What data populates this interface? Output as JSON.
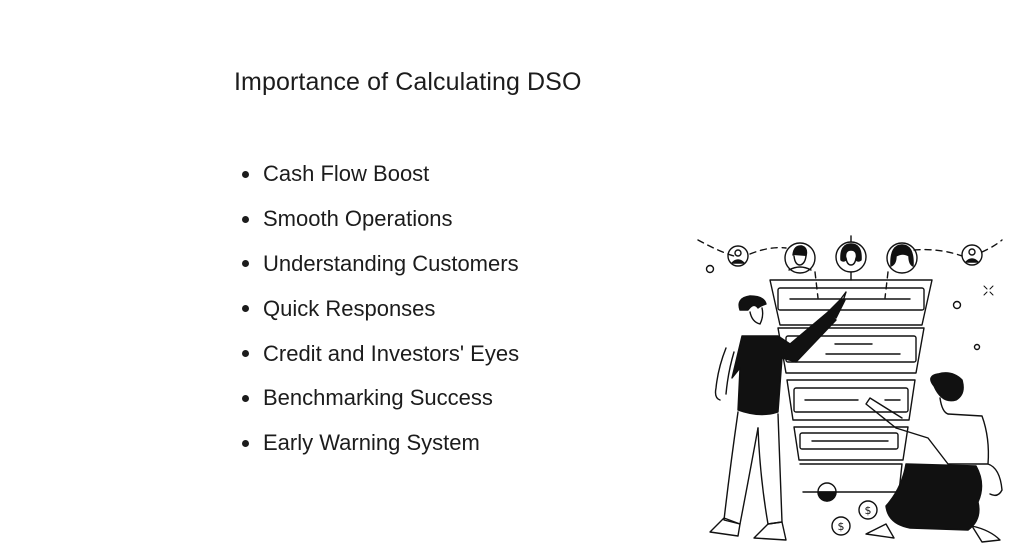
{
  "slide": {
    "title": "Importance of Calculating DSO",
    "bullets": [
      "Cash Flow Boost",
      "Smooth Operations",
      "Understanding Customers",
      "Quick Responses",
      "Credit and Investors' Eyes",
      "Benchmarking Success",
      "Early Warning System"
    ]
  },
  "illustration": {
    "description": "line-art funnel with customer avatars, two people analyzing",
    "coin_symbol": "$",
    "colors": {
      "ink": "#111111",
      "paper": "#ffffff"
    }
  }
}
